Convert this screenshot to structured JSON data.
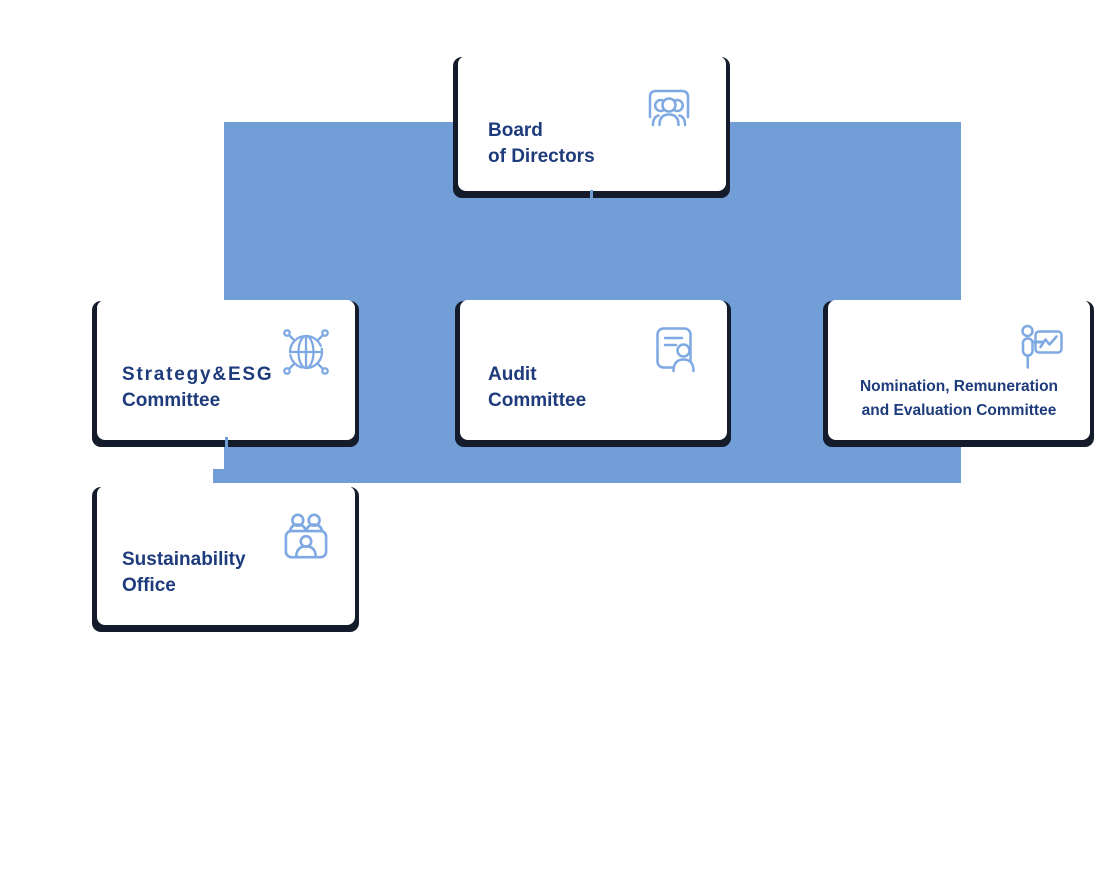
{
  "colors": {
    "panel_blue": "#719ED7",
    "frame_dark": "#141B2B",
    "card_bg": "#FFFFFF",
    "text_navy": "#1E3B7C",
    "icon_blue": "#7FA9E2"
  },
  "nodes": [
    {
      "id": "board",
      "line1": "Board",
      "line2": "of Directors",
      "icon": "board-meeting-icon"
    },
    {
      "id": "strategy-esg",
      "line1": "Strategy&ESG",
      "line2": "Committee",
      "icon": "global-network-icon"
    },
    {
      "id": "audit",
      "line1": "Audit",
      "line2": "Committee",
      "icon": "profile-document-icon"
    },
    {
      "id": "nomination",
      "line1": "Nomination, Remuneration",
      "line2": "and Evaluation Committee",
      "icon": "presenter-chart-icon"
    },
    {
      "id": "sustainability",
      "line1": "Sustainability",
      "line2": "Office",
      "icon": "meeting-group-icon"
    }
  ]
}
